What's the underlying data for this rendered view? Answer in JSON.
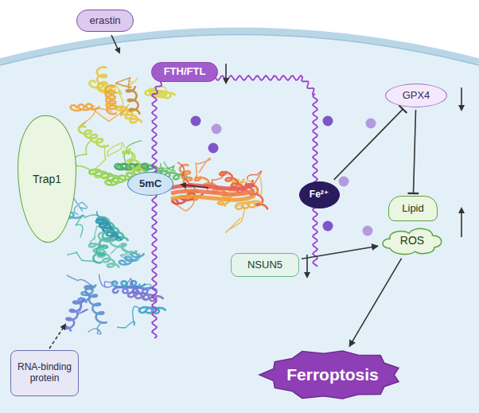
{
  "diagram": {
    "nodes": [
      {
        "text": [
          "erastin"
        ]
      },
      {
        "text": [
          "FTH/FTL"
        ]
      },
      {
        "text": [
          "Trap1"
        ]
      },
      {
        "text": [
          "5mC"
        ]
      },
      {
        "text": [
          "GPX4"
        ]
      },
      {
        "text": [
          "Fe²⁺"
        ]
      },
      {
        "text": [
          "NSUN5"
        ]
      },
      {
        "text": [
          "Lipid"
        ]
      },
      {
        "text": [
          "ROS"
        ]
      },
      {
        "text": [
          "Ferroptosis"
        ]
      },
      {
        "text": [
          "RNA-binding protein"
        ]
      }
    ],
    "edges": [
      {
        "from": 5,
        "to": 4,
        "arrow": "to"
      },
      {
        "from": 4,
        "to": 7,
        "arrow": "to"
      },
      {
        "from": 6,
        "to": 8,
        "arrow": "to"
      },
      {
        "from": 8,
        "to": 9,
        "arrow": "to"
      }
    ]
  }
}
